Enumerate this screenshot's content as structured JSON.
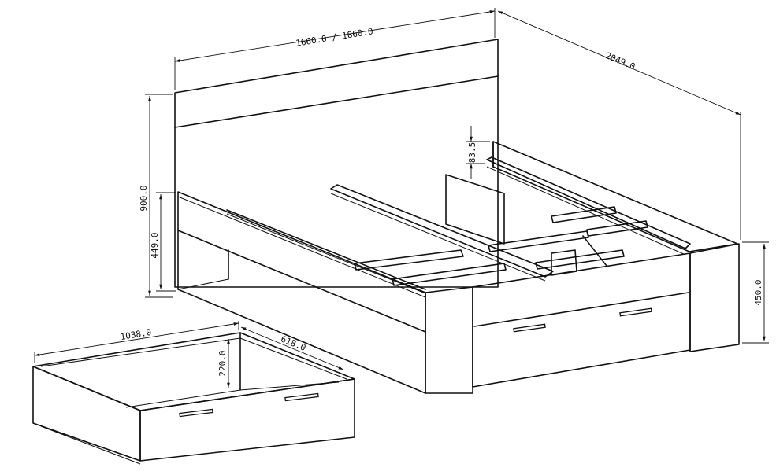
{
  "dimensions": {
    "bed_width": "1660.0 / 1860.0",
    "bed_length": "2049.0",
    "headboard_height": "900.0",
    "side_rail_height": "449.0",
    "rail_step": "83.5",
    "bed_end_height": "450.0",
    "drawer_width": "1038.0",
    "drawer_depth": "618.0",
    "drawer_height": "220.0"
  },
  "colors": {
    "line": "#111111",
    "background": "#ffffff"
  }
}
